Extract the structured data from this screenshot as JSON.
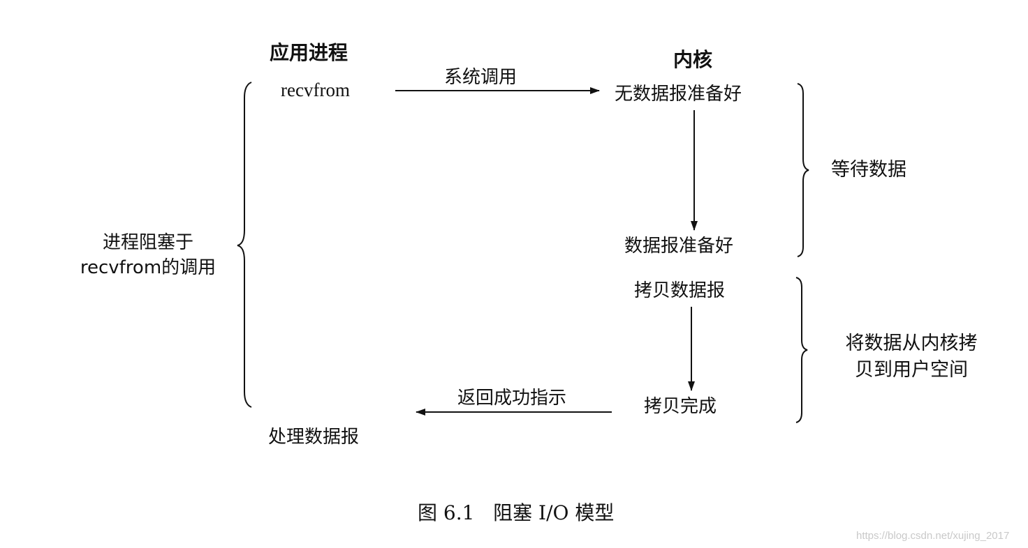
{
  "headers": {
    "app_process": "应用进程",
    "kernel": "内核"
  },
  "app_side": {
    "recvfrom": "recvfrom",
    "process_datagram": "处理数据报",
    "blocked_note_line1": "进程阻塞于",
    "blocked_note_line2": "recvfrom的调用"
  },
  "arrows": {
    "system_call": "系统调用",
    "return_success": "返回成功指示"
  },
  "kernel_side": {
    "no_datagram_ready": "无数据报准备好",
    "datagram_ready": "数据报准备好",
    "copy_datagram": "拷贝数据报",
    "copy_complete": "拷贝完成"
  },
  "phases": {
    "wait_for_data": "等待数据",
    "copy_line1": "将数据从内核拷",
    "copy_line2": "贝到用户空间"
  },
  "caption": "图 6.1   阻塞 I/O 模型",
  "watermark": "https://blog.csdn.net/xujing_2017"
}
